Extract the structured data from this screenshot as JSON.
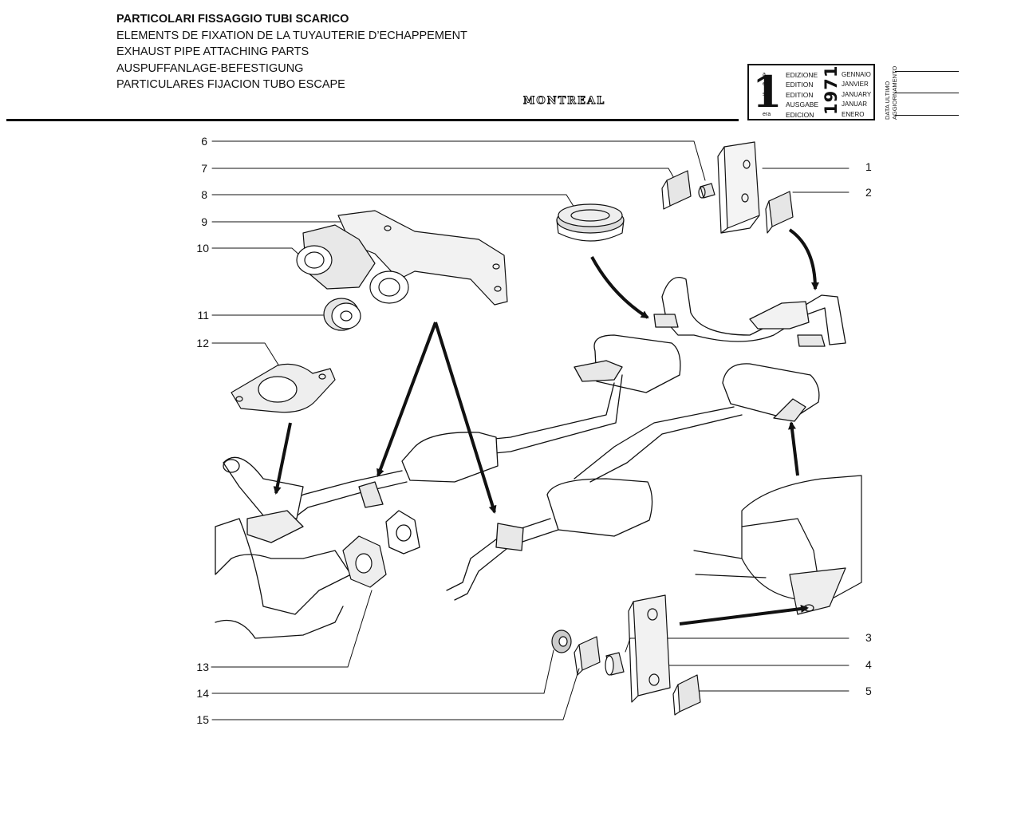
{
  "header": {
    "titles": [
      "PARTICOLARI FISSAGGIO TUBI SCARICO",
      "ELEMENTS DE FIXATION DE LA TUYAUTERIE D’ECHAPPEMENT",
      "EXHAUST PIPE ATTACHING PARTS",
      "AUSPUFFANLAGE-BEFESTIGUNG",
      "PARTICULARES FIJACION TUBO ESCAPE"
    ],
    "brand": "MONTREAL"
  },
  "edition_box": {
    "number": "1",
    "ordinals": [
      "a",
      "ere",
      "st",
      ".",
      "era"
    ],
    "edition_labels": [
      "EDIZIONE",
      "EDITION",
      "EDITION",
      "AUSGABE",
      "EDICION"
    ],
    "year": "1971",
    "months": [
      "GENNAIO",
      "JANVIER",
      "JANUARY",
      "JANUAR",
      "ENERO"
    ],
    "update_label": [
      "DATA ULTIMO",
      "AGGIORNAMENTO"
    ]
  },
  "callouts": {
    "left": [
      "6",
      "7",
      "8",
      "9",
      "10",
      "11",
      "12",
      "13",
      "14",
      "15"
    ],
    "right": [
      "1",
      "2",
      "3",
      "4",
      "5"
    ]
  },
  "colors": {
    "ink": "#111111",
    "paper": "#ffffff"
  }
}
